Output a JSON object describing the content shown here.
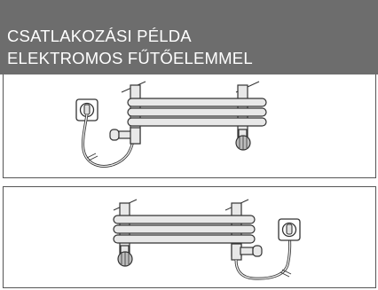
{
  "header": {
    "line1": "CSATLAKOZÁSI PÉLDA",
    "line2": "ELEKTROMOS FŰTŐELEMMEL"
  },
  "diagrams": [
    {
      "name": "left-outlet-connection",
      "icons": [
        "wall-socket-icon",
        "towel-radiator-icon",
        "heating-element-icon",
        "thermostat-knob-icon",
        "power-cable-icon"
      ]
    },
    {
      "name": "right-outlet-connection",
      "icons": [
        "wall-socket-icon",
        "towel-radiator-icon",
        "heating-element-icon",
        "thermostat-knob-icon",
        "power-cable-icon"
      ]
    }
  ],
  "colors": {
    "header_bg": "#6d6d6d",
    "line": "#333333",
    "fill": "#e8e8e8",
    "text": "#ffffff"
  }
}
